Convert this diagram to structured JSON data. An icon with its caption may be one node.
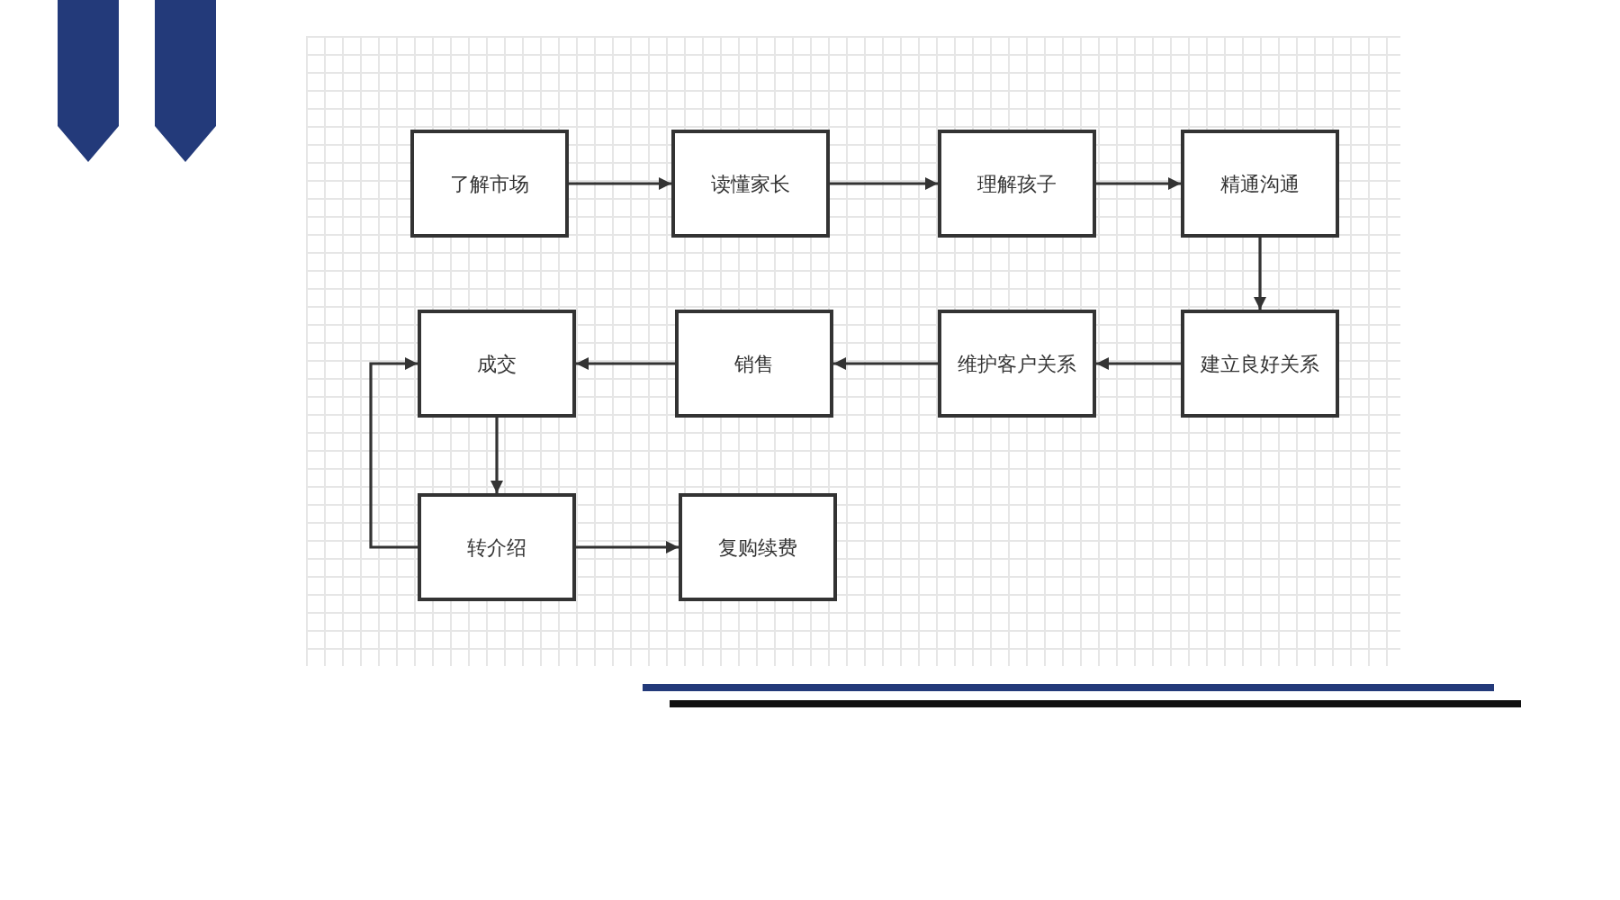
{
  "diagram": {
    "nodes": [
      {
        "text": [
          "了解市场"
        ]
      },
      {
        "text": [
          "读懂家长"
        ]
      },
      {
        "text": [
          "理解孩子"
        ]
      },
      {
        "text": [
          "精通沟通"
        ]
      },
      {
        "text": [
          "建立良好关系"
        ]
      },
      {
        "text": [
          "维护客户关系"
        ]
      },
      {
        "text": [
          "销售"
        ]
      },
      {
        "text": [
          "成交"
        ]
      },
      {
        "text": [
          "转介绍"
        ]
      },
      {
        "text": [
          "复购续费"
        ]
      }
    ],
    "edges": [
      {
        "from": 0,
        "to": 1,
        "arrow": "to"
      },
      {
        "from": 1,
        "to": 2,
        "arrow": "to"
      },
      {
        "from": 2,
        "to": 3,
        "arrow": "to"
      },
      {
        "from": 3,
        "to": 4,
        "arrow": "to"
      },
      {
        "from": 4,
        "to": 5,
        "arrow": "to"
      },
      {
        "from": 5,
        "to": 6,
        "arrow": "to"
      },
      {
        "from": 6,
        "to": 7,
        "arrow": "to"
      },
      {
        "from": 7,
        "to": 8,
        "arrow": "to"
      },
      {
        "from": 8,
        "to": 7,
        "arrow": "to"
      },
      {
        "from": 8,
        "to": 9,
        "arrow": "to"
      }
    ]
  }
}
